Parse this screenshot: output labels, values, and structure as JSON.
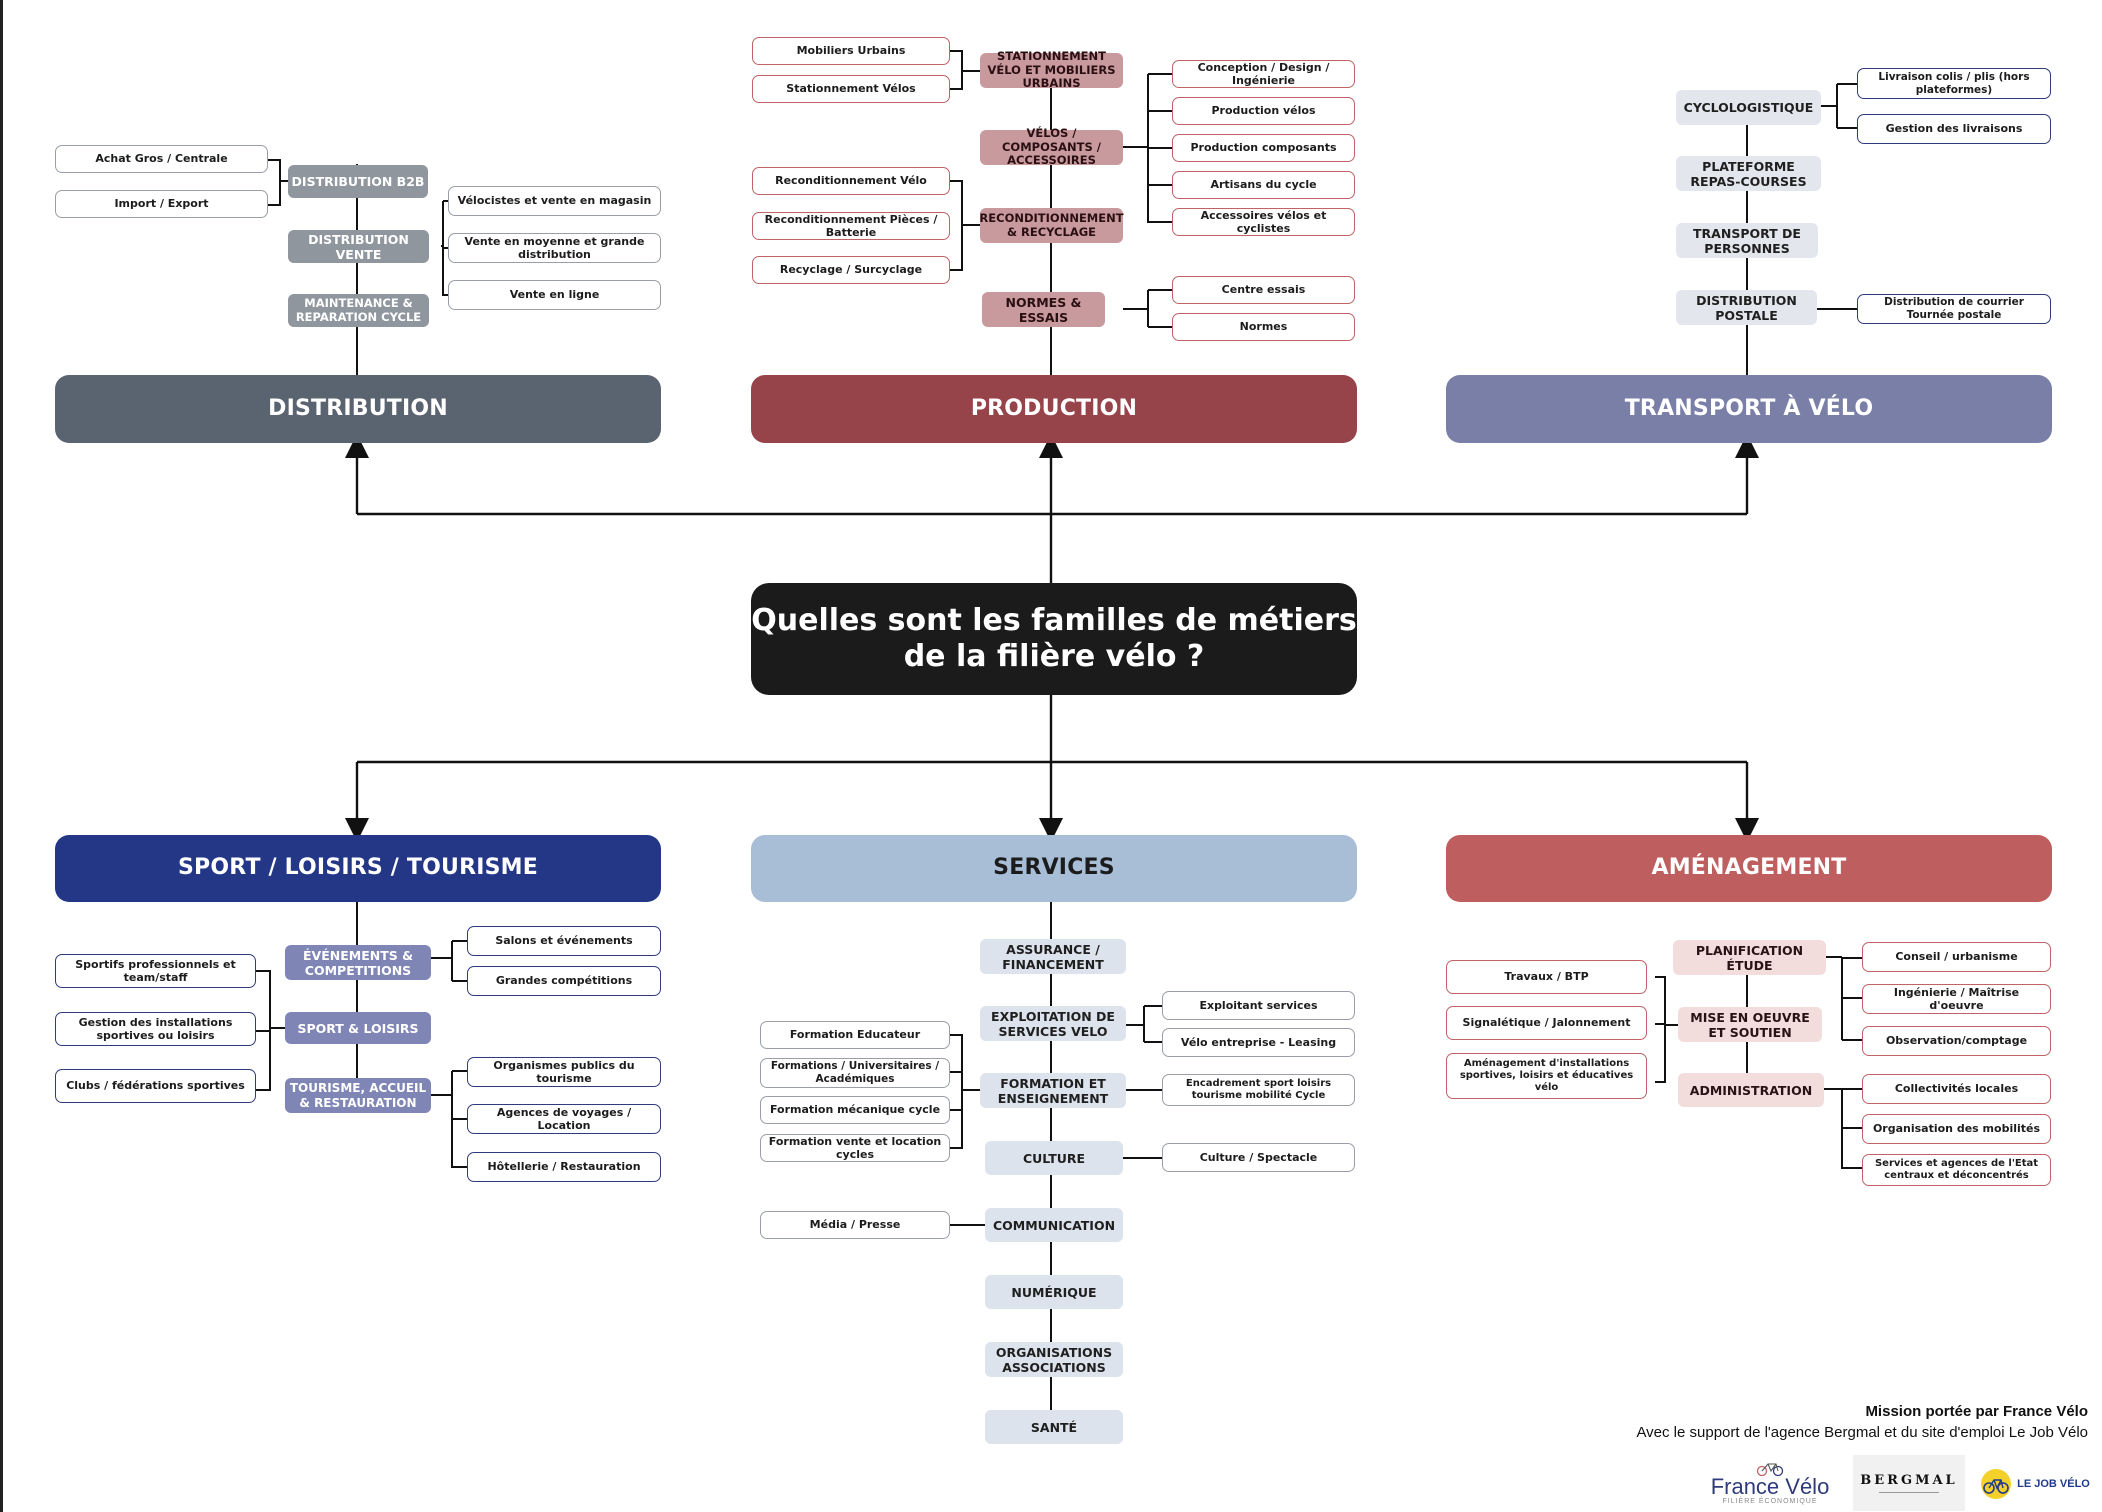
{
  "title_line1": "Quelles sont les familles de métiers",
  "title_line2": "de la filière vélo ?",
  "colors": {
    "distribution": "#5a6370",
    "production": "#96434a",
    "transport": "#7a7fa8",
    "sport": "#243787",
    "services": "#a8bdd6",
    "amenagement": "#bf5e5e"
  },
  "main": {
    "distribution": "DISTRIBUTION",
    "production": "PRODUCTION",
    "transport": "TRANSPORT À VÉLO",
    "sport": "SPORT / LOISIRS / TOURISME",
    "services": "SERVICES",
    "amenagement": "AMÉNAGEMENT"
  },
  "distribution": {
    "sub": [
      "DISTRIBUTION B2B",
      "DISTRIBUTION VENTE",
      "MAINTENANCE & REPARATION CYCLE"
    ],
    "leaves": [
      "Achat Gros / Centrale",
      "Import / Export",
      "Vélocistes et vente en magasin",
      "Vente en moyenne et grande distribution",
      "Vente en ligne"
    ]
  },
  "production": {
    "sub": [
      "STATIONNEMENT VÉLO ET MOBILIERS URBAINS",
      "VÉLOS / COMPOSANTS / ACCESSOIRES",
      "RECONDITIONNEMENT & RECYCLAGE",
      "NORMES & ESSAIS"
    ],
    "left": [
      "Mobiliers Urbains",
      "Stationnement Vélos",
      "Reconditionnement Vélo",
      "Reconditionnement Pièces / Batterie",
      "Recyclage / Surcyclage"
    ],
    "right": [
      "Conception / Design / Ingénierie",
      "Production vélos",
      "Production composants",
      "Artisans du cycle",
      "Accessoires vélos et cyclistes",
      "Centre essais",
      "Normes"
    ]
  },
  "transport": {
    "sub": [
      "CYCLOLOGISTIQUE",
      "PLATEFORME REPAS-COURSES",
      "TRANSPORT DE PERSONNES",
      "DISTRIBUTION POSTALE"
    ],
    "leaves": [
      "Livraison colis / plis (hors plateformes)",
      "Gestion des livraisons",
      "Distribution de courrier Tournée postale"
    ]
  },
  "sport": {
    "sub": [
      "ÉVÉNEMENTS & COMPETITIONS",
      "SPORT & LOISIRS",
      "TOURISME, ACCUEIL & RESTAURATION"
    ],
    "left": [
      "Sportifs professionnels et team/staff",
      "Gestion des installations sportives ou loisirs",
      "Clubs / fédérations sportives"
    ],
    "right": [
      "Salons et événements",
      "Grandes compétitions",
      "Organismes publics du tourisme",
      "Agences de voyages / Location",
      "Hôtellerie / Restauration"
    ]
  },
  "services": {
    "sub": [
      "ASSURANCE / FINANCEMENT",
      "EXPLOITATION DE SERVICES VELO",
      "FORMATION ET ENSEIGNEMENT",
      "CULTURE",
      "COMMUNICATION",
      "NUMÉRIQUE",
      "ORGANISATIONS ASSOCIATIONS",
      "SANTÉ"
    ],
    "left": [
      "Formation Educateur",
      "Formations / Universitaires / Académiques",
      "Formation mécanique cycle",
      "Formation vente et location cycles",
      "Média / Presse"
    ],
    "right": [
      "Exploitant services",
      "Vélo entreprise - Leasing",
      "Encadrement sport loisirs tourisme mobilité Cycle",
      "Culture / Spectacle"
    ]
  },
  "amenagement": {
    "sub": [
      "PLANIFICATION ÉTUDE",
      "MISE EN OEUVRE ET SOUTIEN",
      "ADMINISTRATION"
    ],
    "left": [
      "Travaux / BTP",
      "Signalétique / Jalonnement",
      "Aménagement d'installations sportives, loisirs et éducatives vélo"
    ],
    "right": [
      "Conseil / urbanisme",
      "Ingénierie / Maîtrise d'oeuvre",
      "Observation/comptage",
      "Collectivités locales",
      "Organisation des mobilités",
      "Services et agences de l'Etat centraux et déconcentrés"
    ]
  },
  "footer": {
    "mission": "Mission portée par France Vélo",
    "support": "Avec le support de l'agence Bergmal et du site d'emploi Le Job Vélo",
    "logo1": "France Vélo",
    "logo1_sub": "FILIÈRE ÉCONOMIQUE",
    "logo2": "BERGMAL",
    "logo3": "LE JOB VÉLO"
  }
}
